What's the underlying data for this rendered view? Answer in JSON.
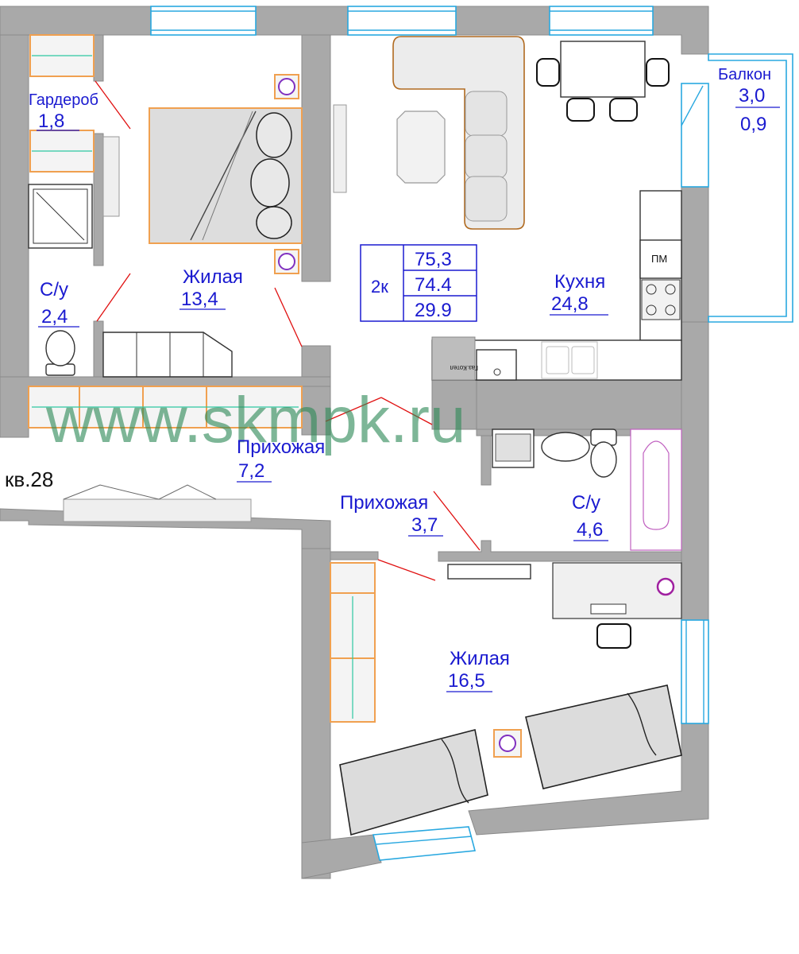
{
  "watermark": "www.skmpk.ru",
  "apartment_label": "кв.28",
  "summary": {
    "rooms": "2к",
    "total_area": "75,3",
    "area_2": "74.4",
    "living_area": "29.9"
  },
  "rooms": {
    "wardrobe": {
      "name": "Гардероб",
      "area": "1,8"
    },
    "bathroom_small": {
      "name": "С/у",
      "area": "2,4"
    },
    "living_1": {
      "name": "Жилая",
      "area": "13,4"
    },
    "kitchen": {
      "name": "Кухня",
      "area": "24,8"
    },
    "balcony": {
      "name": "Балкон",
      "area": "3,0",
      "area_2": "0,9"
    },
    "hall_1": {
      "name": "Прихожая",
      "area": "7,2"
    },
    "hall_2": {
      "name": "Прихожая",
      "area": "3,7"
    },
    "bathroom_large": {
      "name": "С/у",
      "area": "4,6"
    },
    "living_2": {
      "name": "Жилая",
      "area": "16,5"
    }
  },
  "fixtures": {
    "fridge_label": "ПМ",
    "boiler_label": "Газ.Котел"
  },
  "colors": {
    "label": "#1a1ad0",
    "wall": "#a9a9a9",
    "watermark": "#2f8a58",
    "pointer": "#e01010",
    "window": "#29a8e0",
    "cabinet_edge": "#f0a050"
  }
}
